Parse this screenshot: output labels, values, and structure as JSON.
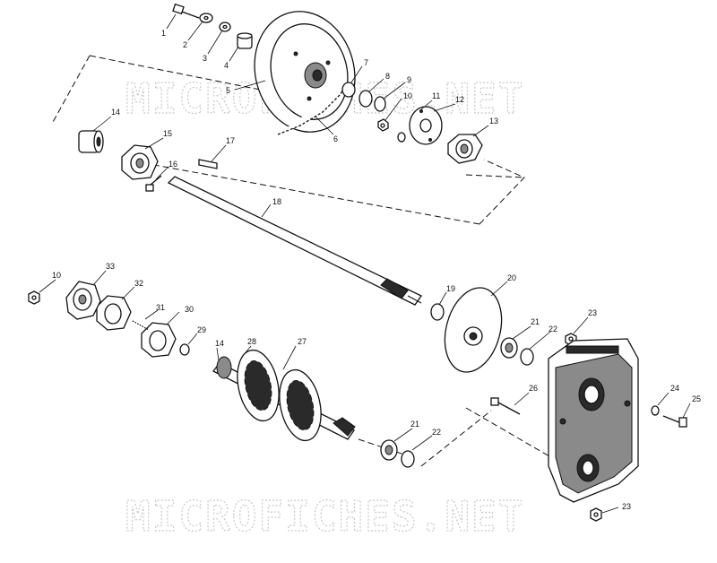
{
  "watermark": {
    "top": "MICROFICHES.NET",
    "bottom": "MICROFICHES.NET"
  },
  "callouts": [
    "1",
    "2",
    "3",
    "4",
    "5",
    "6",
    "7",
    "8",
    "9",
    "10",
    "11",
    "12",
    "13",
    "14",
    "15",
    "16",
    "17",
    "18",
    "19",
    "20",
    "21",
    "22",
    "23",
    "24",
    "25",
    "26",
    "27",
    "28",
    "29",
    "30",
    "31",
    "32",
    "33",
    "10",
    "14",
    "21",
    "22",
    "23"
  ],
  "colors": {
    "line": "#111111",
    "watermark": "#c8c8c8",
    "background": "#ffffff"
  }
}
